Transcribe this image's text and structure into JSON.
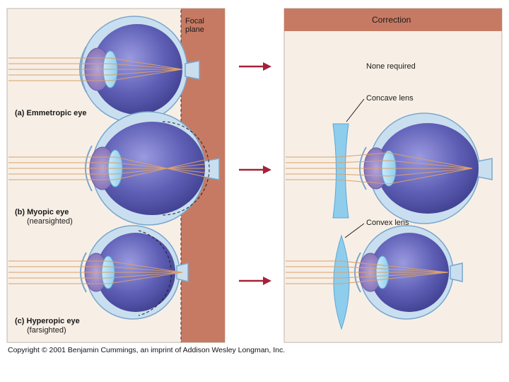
{
  "labels": {
    "focal_plane_line1": "Focal",
    "focal_plane_line2": "plane",
    "correction_header": "Correction",
    "none_required": "None required",
    "concave_lens": "Concave lens",
    "convex_lens": "Convex lens",
    "copyright": "Copyright © 2001 Benjamin Cummings, an imprint of Addison Wesley Longman, Inc."
  },
  "cases": [
    {
      "id": "a",
      "title": "(a) Emmetropic eye",
      "subtitle": ""
    },
    {
      "id": "b",
      "title": "(b) Myopic eye",
      "subtitle": "(nearsighted)"
    },
    {
      "id": "c",
      "title": "(c) Hyperopic eye",
      "subtitle": "(farsighted)"
    }
  ],
  "colors": {
    "band": "#c77a63",
    "panel_bg": "#f7efe6",
    "panel_border": "#bdb6ad",
    "arrow": "#a52238",
    "ray": "#d9a06a",
    "sclera": "#b9d4ea",
    "eyeball": "#5656ad",
    "lens": "#a9d8f2",
    "correction_lens": "#8fcdec"
  }
}
